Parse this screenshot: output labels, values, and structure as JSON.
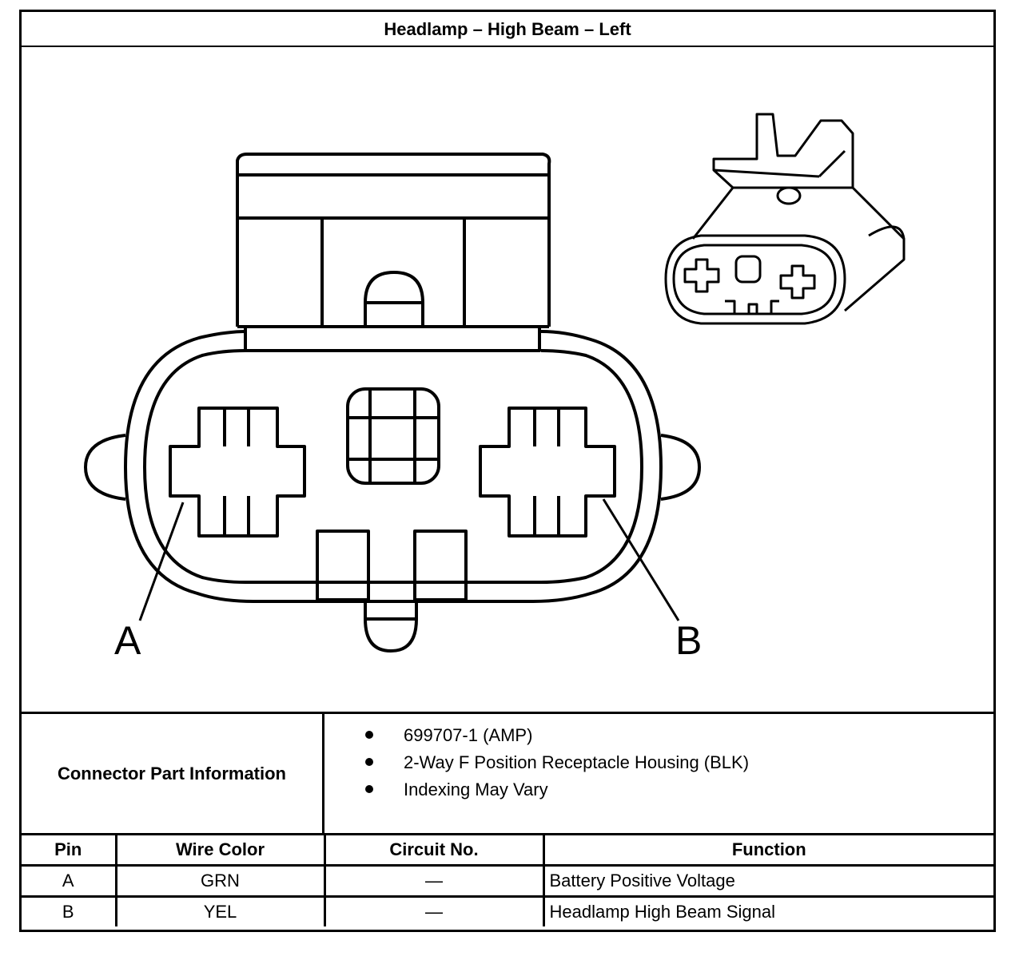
{
  "title": "Headlamp – High Beam – Left",
  "diagram": {
    "pin_labels": [
      "A",
      "B"
    ]
  },
  "connector_info": {
    "label": "Connector Part Information",
    "items": [
      "699707-1 (AMP)",
      "2-Way F Position Receptacle Housing (BLK)",
      "Indexing May Vary"
    ]
  },
  "pin_table": {
    "headers": [
      "Pin",
      "Wire Color",
      "Circuit No.",
      "Function"
    ],
    "rows": [
      [
        "A",
        "GRN",
        "—",
        "Battery Positive Voltage"
      ],
      [
        "B",
        "YEL",
        "—",
        "Headlamp High Beam Signal"
      ]
    ]
  }
}
